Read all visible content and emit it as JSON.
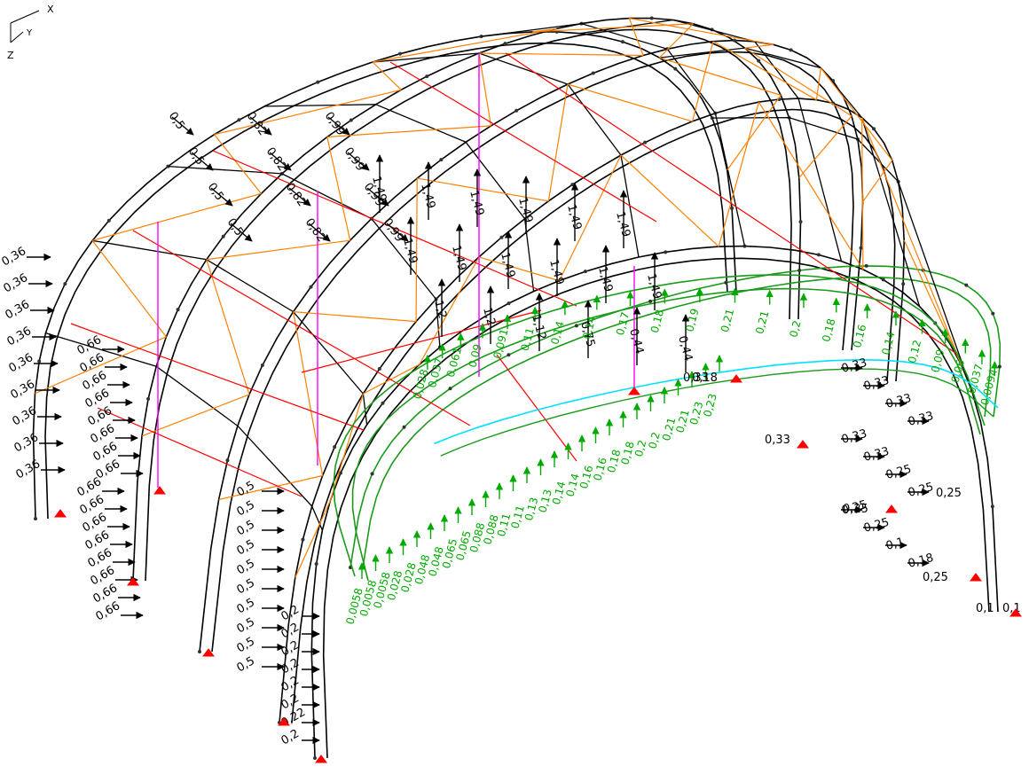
{
  "axis_triad": {
    "x": "X",
    "y": "Y",
    "z": "Z"
  },
  "colors": {
    "frame": "#000000",
    "bracing": "#ff8000",
    "tie": "#ff0000",
    "hanger": "#ff00ff",
    "support": "#ff0000",
    "load_up": "#00aa00",
    "ring": "#00e0ff",
    "load_text": "#000000",
    "load_text_up": "#00aa00"
  },
  "loads": {
    "wind_arch": [
      "0,5",
      "0,5",
      "0,5",
      "0,5",
      "0,82",
      "0,82",
      "0,82",
      "0,82",
      "0,99",
      "0,99",
      "0,99",
      "0,99"
    ],
    "suction_top": [
      "1,49",
      "1,49",
      "1,49",
      "1,49",
      "1,49",
      "1,49",
      "1,49",
      "1,49",
      "1,49",
      "1,49",
      "1,49",
      "1,49",
      "1,2",
      "1,2",
      "1,12",
      "0,75",
      "0,44",
      "0,44"
    ],
    "arch1_side": [
      "0,36",
      "0,36",
      "0,36",
      "0,36",
      "0,36",
      "0,36",
      "0,36",
      "0,36",
      "0,36"
    ],
    "arch2_side": [
      "0,66",
      "0,66",
      "0,66",
      "0,66",
      "0,66",
      "0,66",
      "0,66",
      "0,66",
      "0,66",
      "0,66",
      "0,66",
      "0,66",
      "0,66",
      "0,66",
      "0,66",
      "0,66"
    ],
    "arch3_side": [
      "0,5",
      "0,5",
      "0,5",
      "0,5",
      "0,5",
      "0,5",
      "0,5",
      "0,5",
      "0,5",
      "0,5"
    ],
    "arch4_side": [
      "0,2",
      "0,2",
      "0,2",
      "0,2",
      "0,2",
      "0,2",
      "0,22",
      "0,2"
    ],
    "arch_far_side": [
      "0,33",
      "0,33",
      "0,33",
      "0,33",
      "0,33",
      "0,33",
      "0,25",
      "0,25",
      "0,25",
      "0,25",
      "0,1",
      "0,18"
    ],
    "green_inner": [
      "0,0058",
      "0,0058",
      "0,0058",
      "0,028",
      "0,028",
      "0,048",
      "0,048",
      "0,065",
      "0,065",
      "0,088",
      "0,088",
      "0,11",
      "0,11",
      "0,13",
      "0,13",
      "0,14",
      "0,14",
      "0,16",
      "0,16",
      "0,18",
      "0,18",
      "0,2",
      "0,2",
      "0,21",
      "0,21",
      "0,23",
      "0,23"
    ],
    "green_outer": [
      "0,028",
      "0,037",
      "0,061",
      "0,09",
      "0,091",
      "0,11",
      "0,14",
      "0,14",
      "0,17",
      "0,18",
      "0,19",
      "0,21",
      "0,21",
      "0,2",
      "0,18",
      "0,16",
      "0,14",
      "0,12",
      "0,09",
      "0,06",
      "0,037",
      "0,0094"
    ],
    "mixed_far": [
      "0,33",
      "0,33",
      "0,25",
      "0,25",
      "0,25",
      "0,1",
      "0,18",
      "0,1"
    ]
  }
}
